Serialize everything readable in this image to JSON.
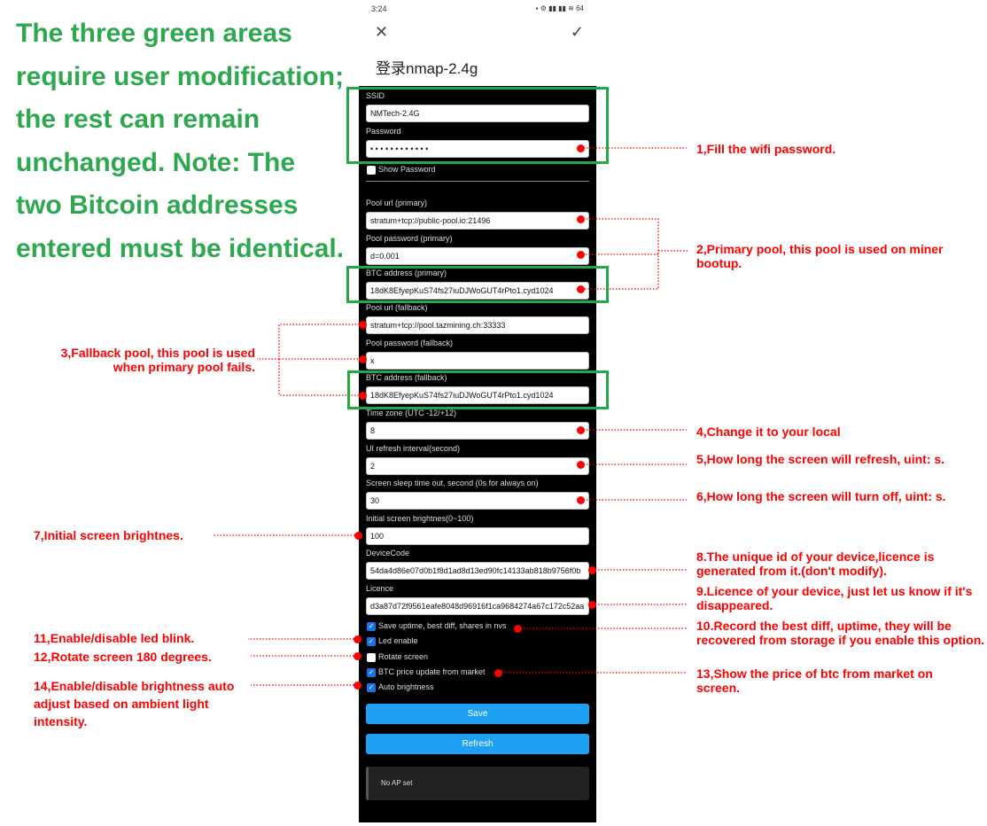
{
  "note": "The three green areas require user modification; the rest can remain unchanged. Note: The two Bitcoin addresses entered must be identical.",
  "status": {
    "time": "3:24",
    "right": "▪ ⚙ ▮▮ ▮▮ ≋ 64"
  },
  "header": {
    "close": "✕",
    "confirm": "✓",
    "title": "登录nmap-2.4g"
  },
  "fields": [
    {
      "label": "SSID",
      "value": "NMTech-2.4G"
    },
    {
      "label": "Password",
      "value": "• • • • • • • • • • • •"
    },
    {
      "label": "Pool url (primary)",
      "value": "stratum+tcp://public-pool.io:21496"
    },
    {
      "label": "Pool password (primary)",
      "value": "d=0.001"
    },
    {
      "label": "BTC address (primary)",
      "value": "18dK8EfyepKuS74fs27iuDJWoGUT4rPto1.cyd1024"
    },
    {
      "label": "Pool url (fallback)",
      "value": "stratum+tcp://pool.tazmining.ch:33333"
    },
    {
      "label": "Pool password (fallback)",
      "value": "x"
    },
    {
      "label": "BTC address (fallback)",
      "value": "18dK8EfyepKuS74fs27iuDJWoGUT4rPto1.cyd1024"
    },
    {
      "label": "Time zone (UTC -12/+12)",
      "value": "8"
    },
    {
      "label": "UI refresh interval(second)",
      "value": "2"
    },
    {
      "label": "Screen sleep time out, second (0s for always on)",
      "value": "30"
    },
    {
      "label": "Initial screen brightnes(0~100)",
      "value": "100"
    },
    {
      "label": "DeviceCode",
      "value": "54da4d86e07d0b1f8d1ad8d13ed90fc14133ab818b9756f0b"
    },
    {
      "label": "Licence",
      "value": "d3a87d72f9561eafe8048d96916f1ca9684274a67c172c52aa"
    }
  ],
  "show_password": "Show Password",
  "checkboxes": [
    {
      "label": "Save uptime, best diff, shares in nvs",
      "checked": true
    },
    {
      "label": "Led enable",
      "checked": true
    },
    {
      "label": "Rotate screen",
      "checked": false
    },
    {
      "label": "BTC price update from market",
      "checked": true
    },
    {
      "label": "Auto brightness",
      "checked": true
    }
  ],
  "buttons": {
    "save": "Save",
    "refresh": "Refresh"
  },
  "ap_status": "No AP set",
  "annotations": {
    "a1": "1,Fill the wifi password.",
    "a2": "2,Primary pool, this pool is used on miner bootup.",
    "a3": "3,Fallback pool, this pool is used when primary pool fails.",
    "a4": "4,Change it to your local",
    "a5": "5,How long the screen will refresh, uint: s.",
    "a6": "6,How long the screen will turn off, uint: s.",
    "a7": "7,Initial screen brightnes.",
    "a8": "8.The unique id of your device,licence is generated from it.(don't modify).",
    "a9": "9.Licence of your device, just let us know if it's disappeared.",
    "a10": "10.Record the best diff, uptime, they will be recovered from storage if you enable this option.",
    "a11": "11,Enable/disable led blink.",
    "a12": "12,Rotate screen 180 degrees.",
    "a13": "13,Show the price of btc from market on screen.",
    "a14": "14,Enable/disable brightness auto adjust based on ambient light intensity."
  },
  "colors": {
    "green": "#22a845",
    "red": "#ff0000",
    "button": "#1ea1f2"
  }
}
